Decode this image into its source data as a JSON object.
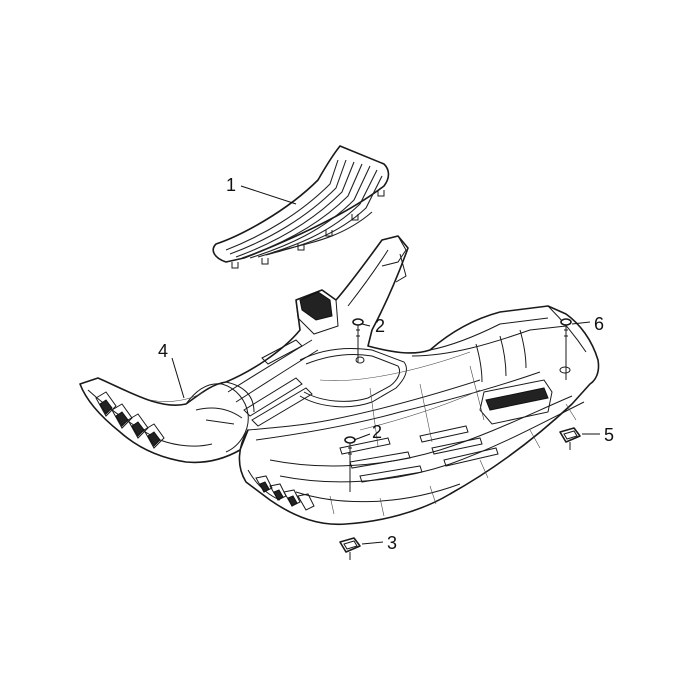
{
  "callouts": {
    "c1": "1",
    "c2a": "2",
    "c2b": "2",
    "c3": "3",
    "c4": "4",
    "c5": "5",
    "c6": "6"
  }
}
